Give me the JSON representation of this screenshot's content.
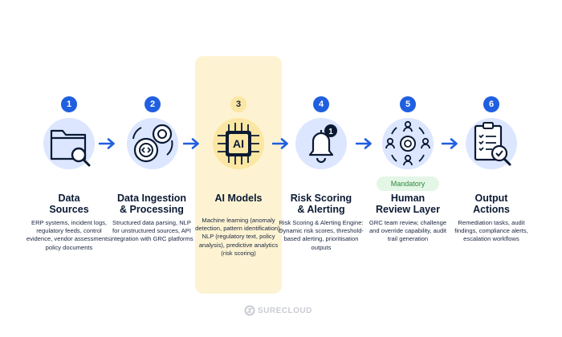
{
  "steps": [
    {
      "number": "1",
      "title_line1": "Data",
      "title_line2": "Sources",
      "description": "ERP systems, incident logs, regulatory feeds, control evidence, vendor assessments, policy documents",
      "icon": "folder-search-icon"
    },
    {
      "number": "2",
      "title_line1": "Data Ingestion",
      "title_line2": "& Processing",
      "description": "Structured data parsing, NLP for unstructured sources, API integration with GRC platforms",
      "icon": "gear-code-icon"
    },
    {
      "number": "3",
      "title_line1": "AI Models",
      "title_line2": "",
      "description": "Machine learning (anomaly detection, pattern identification), NLP (regulatory text, policy analysis), predictive analytics (risk scoring)",
      "icon": "ai-chip-icon"
    },
    {
      "number": "4",
      "title_line1": "Risk Scoring",
      "title_line2": "& Alerting",
      "description": "Risk Scoring & Alerting Engine: Dynamic risk scores, threshold-based alerting, prioritisation outputs",
      "icon": "bell-notification-icon"
    },
    {
      "number": "5",
      "title_line1": "Human",
      "title_line2": "Review Layer",
      "description": "GRC team review, challenge and override capability, audit trail generation",
      "icon": "team-network-icon"
    },
    {
      "number": "6",
      "title_line1": "Output",
      "title_line2": "Actions",
      "description": "Remediation tasks, audit findings, compliance alerts, escalation workflows",
      "icon": "clipboard-check-icon"
    }
  ],
  "mandatory_label": "Mandatory",
  "bell_badge": "1",
  "chip_label": "AI",
  "logo_text": "SURECLOUD",
  "colors": {
    "primary": "#1f5fe0",
    "circle": "#dce6ff",
    "highlight": "#fdf3d2",
    "highlight_circle": "#fbe7a3",
    "mandatory_bg": "#e4f6e6",
    "mandatory_text": "#2b8a3e",
    "ink": "#0b1a33"
  }
}
